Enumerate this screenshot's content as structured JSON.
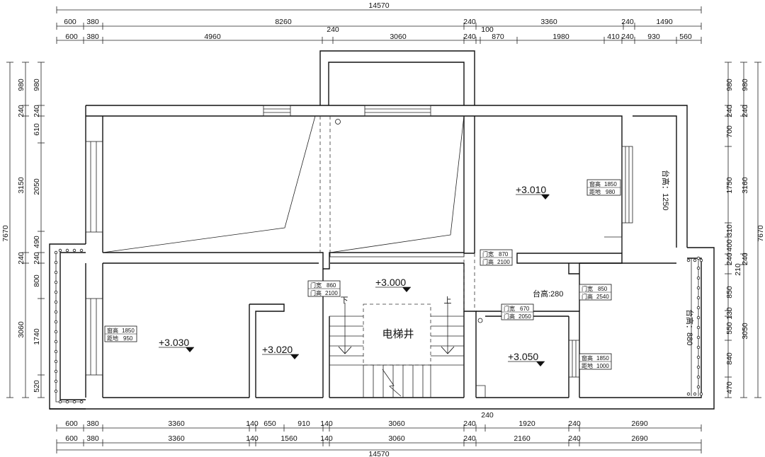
{
  "top_dims": {
    "total": "14570",
    "row2": [
      "600",
      "380",
      "8260",
      "240",
      "3360",
      "240",
      "1490"
    ],
    "row3": [
      "600",
      "380",
      "4960",
      "240",
      "3060",
      "240",
      "100",
      "870",
      "1980",
      "410",
      "240",
      "930",
      "560"
    ]
  },
  "bottom_dims": {
    "total": "14570",
    "row1": [
      "600",
      "380",
      "3360",
      "140",
      "650",
      "910",
      "140",
      "3060",
      "240",
      "240",
      "1920",
      "240",
      "2690"
    ],
    "row2": [
      "600",
      "380",
      "3360",
      "140",
      "1560",
      "140",
      "3060",
      "240",
      "2160",
      "240",
      "2690"
    ]
  },
  "left_dims": {
    "total": "7670",
    "outer": [
      "980",
      "240",
      "3150",
      "240",
      "3060"
    ],
    "inner": [
      "980",
      "240",
      "610",
      "2050",
      "490",
      "240",
      "800",
      "1740",
      "520"
    ]
  },
  "right_dims": {
    "total": "7670",
    "outer": [
      "980",
      "240",
      "3160",
      "240",
      "3050"
    ],
    "inner": [
      "980",
      "240",
      "700",
      "1750",
      "310",
      "400",
      "240",
      "210",
      "850",
      "130",
      "550",
      "840",
      "470"
    ]
  },
  "levels": {
    "room_ne": "+3.010",
    "hall": "+3.000",
    "room_sw": "+3.030",
    "room_small": "+3.020",
    "room_se": "+3.050"
  },
  "labels": {
    "elevator": "电梯井",
    "down": "下",
    "up": "上",
    "sill_e": "台高：1250",
    "sill_mid": "台高:280",
    "sill_se": "台高：880"
  },
  "tags": {
    "win_ne": {
      "a": "窗高",
      "av": "1850",
      "b": "距地",
      "bv": "980"
    },
    "door_ne": {
      "a": "门宽",
      "av": "870",
      "b": "门高",
      "bv": "2100"
    },
    "door_hall": {
      "a": "门宽",
      "av": "860",
      "b": "门高",
      "bv": "2100"
    },
    "win_sw": {
      "a": "窗高",
      "av": "1850",
      "b": "距地",
      "bv": "950"
    },
    "door_e": {
      "a": "门宽",
      "av": "850",
      "b": "门高",
      "bv": "2540"
    },
    "door_se": {
      "a": "门宽",
      "av": "670",
      "b": "门高",
      "bv": "2050"
    },
    "win_se": {
      "a": "窗高",
      "av": "1850",
      "b": "距地",
      "bv": "1000"
    }
  }
}
